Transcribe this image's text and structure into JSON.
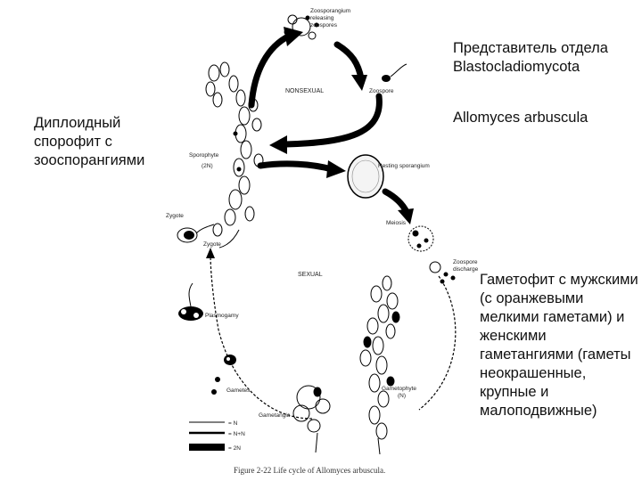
{
  "captions": {
    "title": "Представитель отдела Blastocladiomycota",
    "species": "Allomyces arbuscula",
    "sporophyte": "Диплоидный спорофит с зооспорангиями",
    "gametophyte": "Гаметофит с мужскими (с оранжевыми мелкими гаметами) и женскими гаметангиями (гаметы неокрашенные, крупные и малоподвижные)"
  },
  "diagram": {
    "phase_nonsexual": "NONSEXUAL",
    "phase_sexual": "SEXUAL",
    "zoosporangium_line1": "Zoosporangium",
    "zoosporangium_line2": "releasing",
    "zoosporangium_line3": "zoospores",
    "zoospore": "Zoospore",
    "sporophyte_line1": "Sporophyte",
    "sporophyte_line2": "(2N)",
    "resting_sporangium": "Resting sporangium",
    "meiosis": "Meiosis",
    "zoospore_discharge_line1": "Zoospore",
    "zoospore_discharge_line2": "discharge",
    "zygote_upper": "Zygote",
    "zygote_lower": "Zygote",
    "plasmogamy": "Plasmogamy",
    "gametes": "Gametes",
    "gametangia": "Gametangia",
    "gametophyte_line1": "Gametophyte",
    "gametophyte_line2": "(N)",
    "legend_n": "= N",
    "legend_n_n": "= N+N",
    "legend_2n": "= 2N",
    "figure_caption": "Figure 2-22   Life cycle of Allomyces arbuscula."
  }
}
